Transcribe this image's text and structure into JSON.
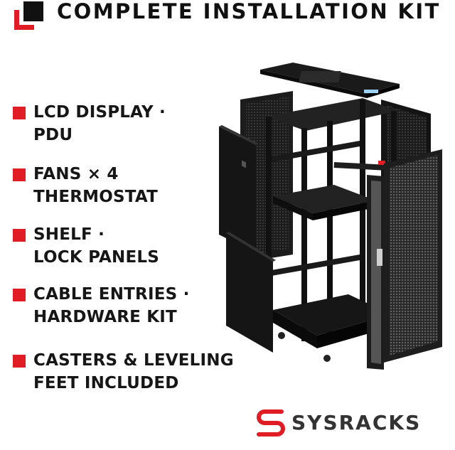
{
  "header": {
    "title": "COMPLETE INSTALLATION KIT"
  },
  "features": [
    {
      "line1": "LCD DISPLAY ·",
      "line2": "PDU"
    },
    {
      "line1": "FANS × 4",
      "line2": "THERMOSTAT"
    },
    {
      "line1": "SHELF ·",
      "line2": "LOCK PANELS"
    },
    {
      "line1": "CABLE ENTRIES ·",
      "line2": "HARDWARE KIT"
    },
    {
      "line1": "CASTERS & LEVELING",
      "line2": "FEET INCLUDED"
    }
  ],
  "brand": {
    "name": "SYSRACKS"
  },
  "colors": {
    "accent": "#e01c24",
    "text": "#161616",
    "rack": "#1a1a1a"
  },
  "icons": {
    "header_logo": "corner-brackets-icon",
    "brand_logo": "s-monogram-icon",
    "bullet": "square-bullet-icon"
  }
}
